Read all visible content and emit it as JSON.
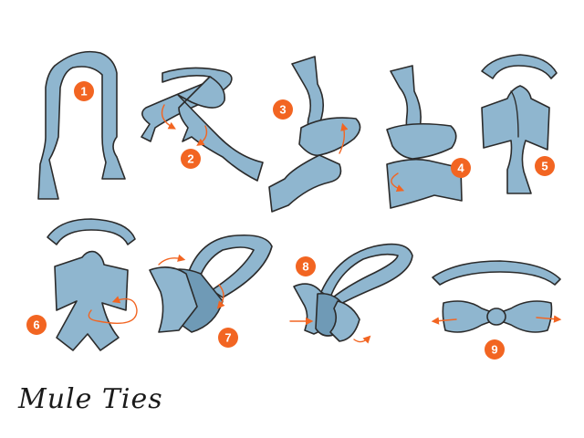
{
  "colors": {
    "tie": "#8fb6cf",
    "tie_dark": "#6f9ab6",
    "ink": "#2b2b2b",
    "badge": "#f26522",
    "arrow": "#f26522"
  },
  "steps": [
    {
      "number": "1"
    },
    {
      "number": "2"
    },
    {
      "number": "3"
    },
    {
      "number": "4"
    },
    {
      "number": "5"
    },
    {
      "number": "6"
    },
    {
      "number": "7"
    },
    {
      "number": "8"
    },
    {
      "number": "9"
    }
  ],
  "brand": {
    "logo_text": "Mule Ties"
  }
}
